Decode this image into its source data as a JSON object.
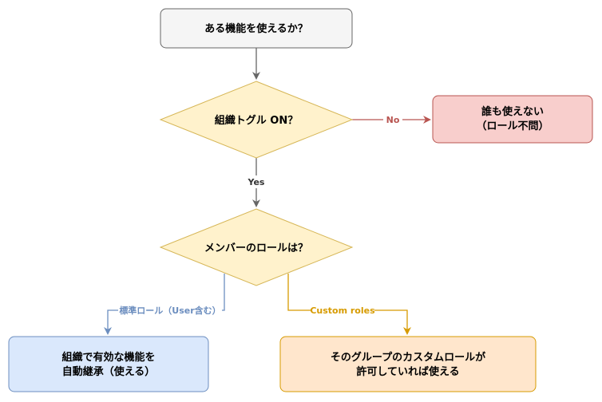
{
  "nodes": {
    "start": {
      "lines": [
        "ある機能を使えるか？"
      ]
    },
    "org_toggle": {
      "lines": [
        "組織トグル ON？"
      ]
    },
    "nobody": {
      "lines": [
        "誰も使えない",
        "（ロール不問）"
      ]
    },
    "member_role": {
      "lines": [
        "メンバーのロールは？"
      ]
    },
    "inherit": {
      "lines": [
        "組織で有効な機能を",
        "自動継承（使える）"
      ]
    },
    "custom_allowed": {
      "lines": [
        "そのグループのカスタムロールが",
        "許可していれば使える"
      ]
    }
  },
  "edges": {
    "no": {
      "label": "No"
    },
    "yes": {
      "label": "Yes"
    },
    "standard_role": {
      "label": "標準ロール（User含む）"
    },
    "custom_roles": {
      "label": "Custom roles"
    }
  },
  "colors": {
    "gray_fill": "#f5f5f5",
    "gray_stroke": "#666666",
    "yellow_fill": "#fff2cc",
    "yellow_stroke": "#d6b656",
    "red_fill": "#f8cecc",
    "red_stroke": "#b85450",
    "blue_fill": "#dae8fc",
    "blue_stroke": "#6c8ebf",
    "orange_fill": "#ffe6cc",
    "orange_stroke": "#d79b00"
  }
}
